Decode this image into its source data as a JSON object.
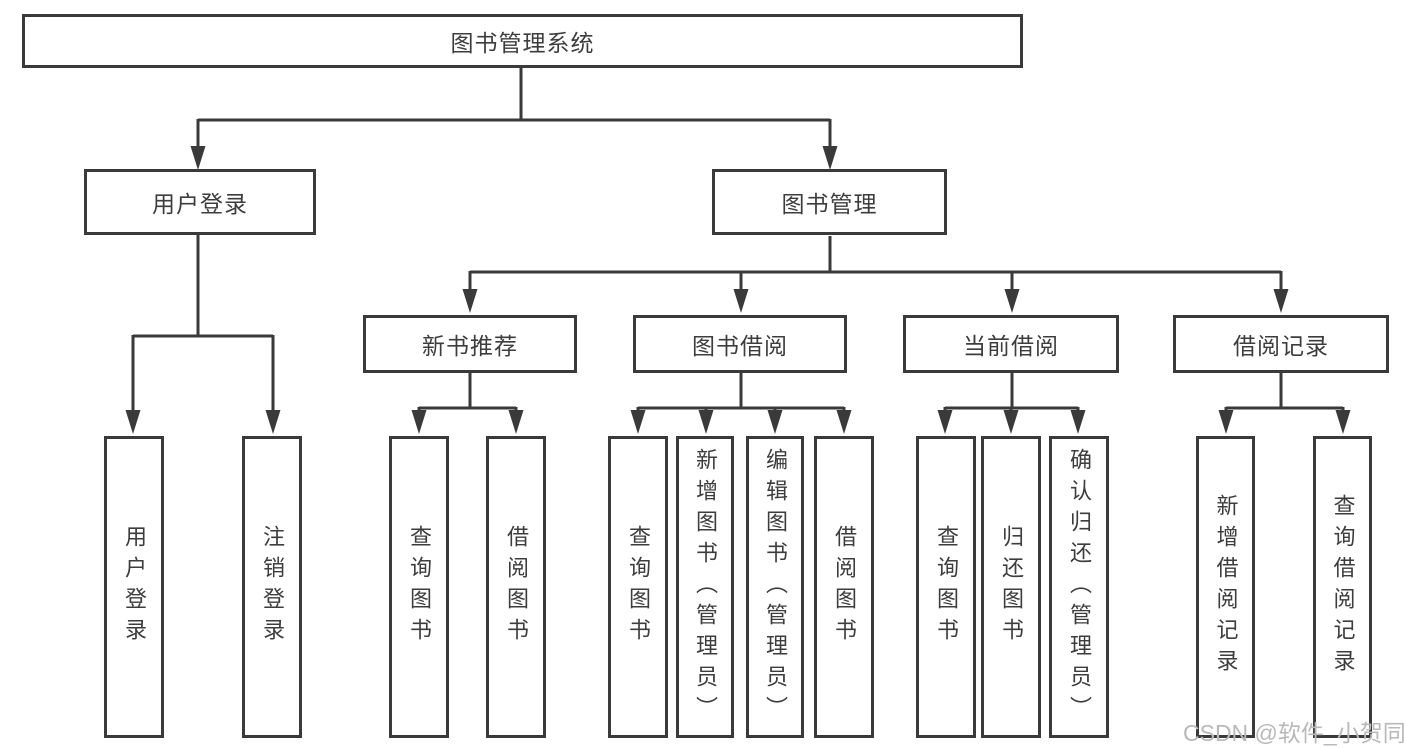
{
  "diagram": {
    "root": {
      "label": "图书管理系统"
    },
    "branches": [
      {
        "label": "用户登录",
        "children": [
          {
            "label": "用户登录"
          },
          {
            "label": "注销登录"
          }
        ]
      },
      {
        "label": "图书管理",
        "children": [
          {
            "label": "新书推荐",
            "children": [
              {
                "label": "查询图书"
              },
              {
                "label": "借阅图书"
              }
            ]
          },
          {
            "label": "图书借阅",
            "children": [
              {
                "label": "查询图书"
              },
              {
                "label": "新增图书（管理员）"
              },
              {
                "label": "编辑图书（管理员）"
              },
              {
                "label": "借阅图书"
              }
            ]
          },
          {
            "label": "当前借阅",
            "children": [
              {
                "label": "查询图书"
              },
              {
                "label": "归还图书"
              },
              {
                "label": "确认归还（管理员）"
              }
            ]
          },
          {
            "label": "借阅记录",
            "children": [
              {
                "label": "新增借阅记录"
              },
              {
                "label": "查询借阅记录"
              }
            ]
          }
        ]
      }
    ]
  },
  "watermark": {
    "text": "CSDN @软件_小贺同学"
  },
  "colors": {
    "line": "#3a3a3a",
    "text": "#3d3d3d",
    "watermark": "#b9b9b9",
    "background": "#ffffff"
  }
}
